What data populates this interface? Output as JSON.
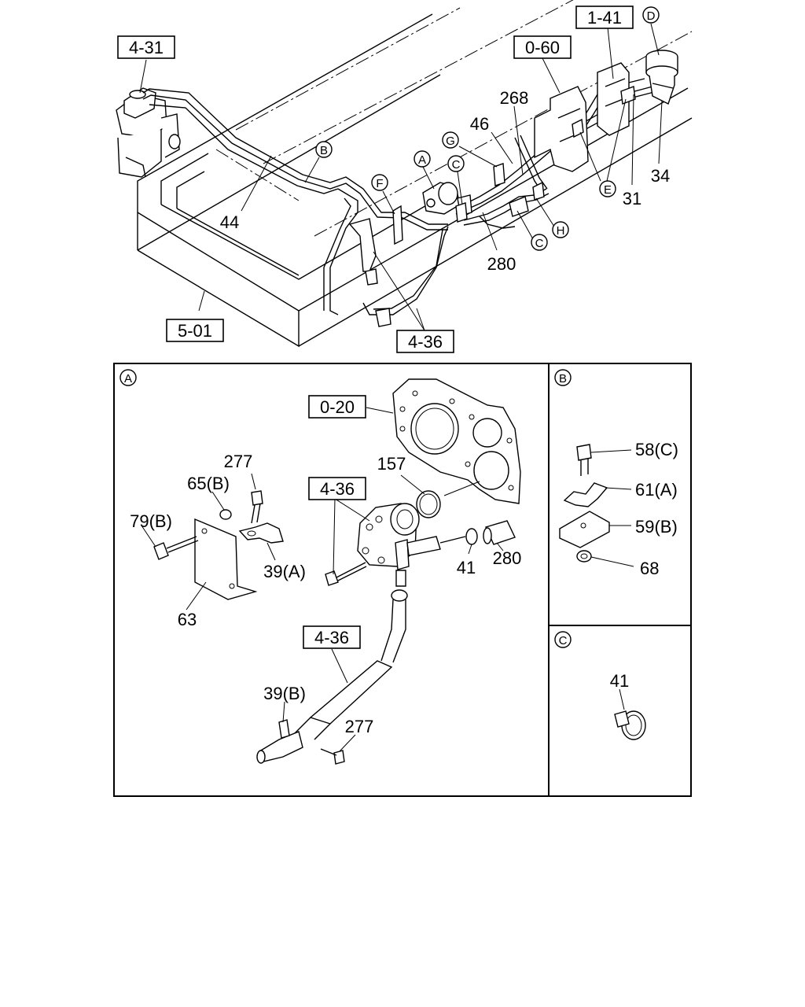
{
  "references": {
    "r431": "4-31",
    "r141": "1-41",
    "r060": "0-60",
    "r501": "5-01",
    "r436_top": "4-36",
    "r020": "0-20",
    "r436_a1": "4-36",
    "r436_a2": "4-36"
  },
  "callouts": {
    "A": "A",
    "B": "B",
    "C": "C",
    "D": "D",
    "E": "E",
    "F": "F",
    "G": "G",
    "H": "H"
  },
  "main_labels": {
    "p44": "44",
    "p268": "268",
    "p46": "46",
    "p280": "280",
    "p34": "34",
    "p31": "31"
  },
  "panel_a": {
    "tag": "A",
    "p277a": "277",
    "p65b": "65(B)",
    "p79b": "79(B)",
    "p39a": "39(A)",
    "p63": "63",
    "p157": "157",
    "p41": "41",
    "p280": "280",
    "p39b": "39(B)",
    "p277b": "277"
  },
  "panel_b": {
    "tag": "B",
    "p58c": "58(C)",
    "p61a": "61(A)",
    "p59b": "59(B)",
    "p68": "68"
  },
  "panel_c": {
    "tag": "C",
    "p41": "41"
  }
}
